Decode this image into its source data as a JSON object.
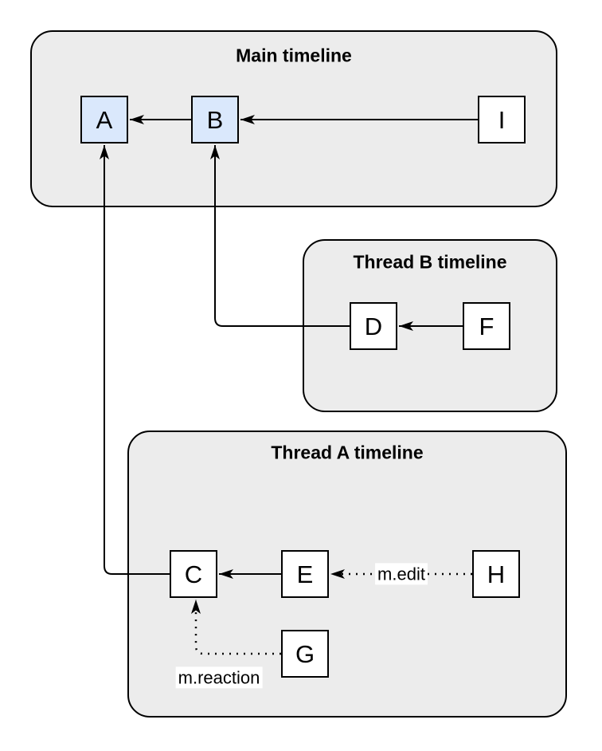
{
  "diagram": {
    "containers": [
      {
        "id": "main",
        "title": "Main timeline"
      },
      {
        "id": "thread-b",
        "title": "Thread B timeline"
      },
      {
        "id": "thread-a",
        "title": "Thread A timeline"
      }
    ],
    "nodes": [
      {
        "id": "A",
        "label": "A",
        "container": "main",
        "variant": "highlighted"
      },
      {
        "id": "B",
        "label": "B",
        "container": "main",
        "variant": "highlighted"
      },
      {
        "id": "I",
        "label": "I",
        "container": "main",
        "variant": "plain"
      },
      {
        "id": "D",
        "label": "D",
        "container": "thread-b",
        "variant": "plain"
      },
      {
        "id": "F",
        "label": "F",
        "container": "thread-b",
        "variant": "plain"
      },
      {
        "id": "C",
        "label": "C",
        "container": "thread-a",
        "variant": "plain"
      },
      {
        "id": "E",
        "label": "E",
        "container": "thread-a",
        "variant": "plain"
      },
      {
        "id": "H",
        "label": "H",
        "container": "thread-a",
        "variant": "plain"
      },
      {
        "id": "G",
        "label": "G",
        "container": "thread-a",
        "variant": "plain"
      }
    ],
    "edges": [
      {
        "from": "B",
        "to": "A",
        "style": "solid",
        "label": ""
      },
      {
        "from": "I",
        "to": "B",
        "style": "solid",
        "label": ""
      },
      {
        "from": "F",
        "to": "D",
        "style": "solid",
        "label": ""
      },
      {
        "from": "D",
        "to": "B",
        "style": "solid",
        "label": ""
      },
      {
        "from": "E",
        "to": "C",
        "style": "solid",
        "label": ""
      },
      {
        "from": "C",
        "to": "A",
        "style": "solid",
        "label": ""
      },
      {
        "from": "H",
        "to": "E",
        "style": "dotted",
        "label": "m.edit"
      },
      {
        "from": "G",
        "to": "C",
        "style": "dotted",
        "label": "m.reaction"
      }
    ],
    "colors": {
      "container_fill": "#ececec",
      "node_fill": "#ffffff",
      "highlight_fill": "#dae8fc",
      "stroke": "#000000",
      "background": "#ffffff"
    }
  }
}
